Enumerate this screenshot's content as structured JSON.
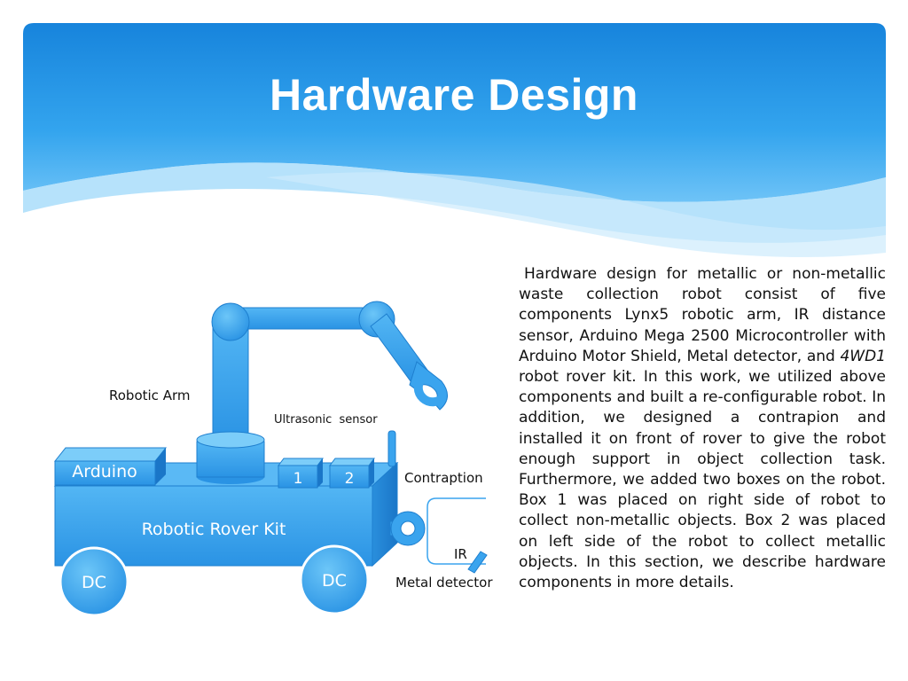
{
  "title": "Hardware Design",
  "diagram": {
    "labels": {
      "robotic_arm": "Robotic Arm",
      "ultrasonic_sensor": "Ultrasonic  sensor",
      "arduino": "Arduino",
      "rover_kit": "Robotic Rover Kit",
      "box1": "1",
      "box2": "2",
      "wheel_left": "DC",
      "wheel_right": "DC",
      "contraption": "Contraption",
      "ir": "IR",
      "metal_detector": "Metal detector"
    }
  },
  "description": {
    "part1": "Hardware design for metallic or non-metallic waste collection robot consist of five components Lynx5 robotic arm, IR distance sensor, Arduino Mega 2500 Microcontroller with Arduino Motor Shield, Metal detector, and",
    "italic": "4WD1",
    "part2": "robot rover kit. In this work, we utilized above components and built a re-configurable robot. In addition, we designed a contrapion and installed it on front of rover to give the robot enough support in object collection task. Furthermore, we added two boxes on the robot. Box 1 was placed on right side of robot to collect non-metallic objects. Box 2 was placed on left side of the robot to collect metallic objects. In this section, we describe hardware components in more details."
  },
  "colors": {
    "header_blue": "#1b8fe0",
    "header_light": "#6ec3f7",
    "component_blue": "#3aa4ee",
    "component_dark": "#1e7fcf"
  }
}
